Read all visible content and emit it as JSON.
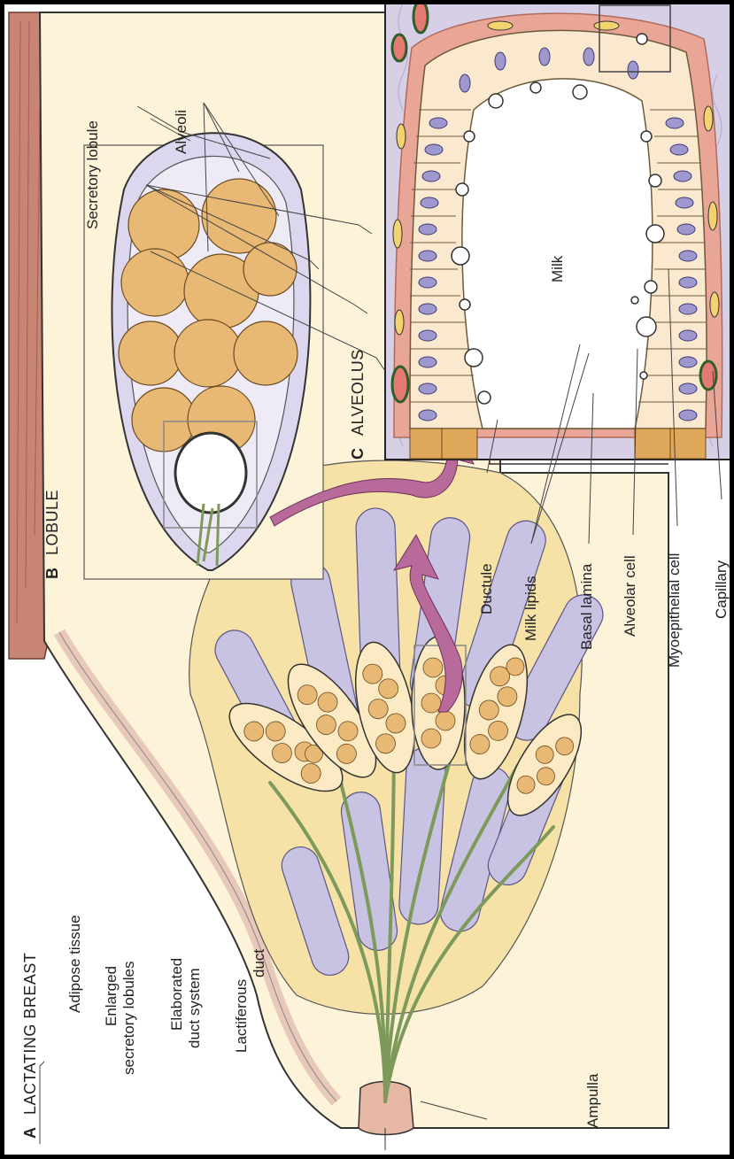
{
  "panels": {
    "a": {
      "letter": "A",
      "title": "LACTATING BREAST"
    },
    "b": {
      "letter": "B",
      "title": "LOBULE"
    },
    "c": {
      "letter": "C",
      "title": "ALVEOLUS"
    }
  },
  "labels": {
    "adipose_tissue": "Adipose tissue",
    "enlarged_lobules_1": "Enlarged",
    "enlarged_lobules_2": "secretory lobules",
    "elaborated_duct_1": "Elaborated",
    "elaborated_duct_2": "duct system",
    "lactiferous_duct_1": "Lactiferous",
    "lactiferous_duct_2": "duct",
    "ampulla": "Ampulla",
    "secretory_lobule": "Secretory lobule",
    "alveoli": "Alveoli",
    "milk": "Milk",
    "ductule": "Ductule",
    "milk_lipids": "Milk lipids",
    "basal_lamina": "Basal lamina",
    "alveolar_cell": "Alveolar cell",
    "myoepithelial_cell": "Myoepithelial cell",
    "capillary": "Capillary"
  },
  "colors": {
    "adipose": "#fdf3d9",
    "lobule_purple": "#c9c3e3",
    "alveolus_gold": "#e8b974",
    "arrow": "#b86a9a",
    "stroma": "#cfc6e0",
    "cell_cream": "#fbe9cf",
    "nucleus": "#9e98cf",
    "basal_pink": "#e9a596",
    "duct_green": "#7d9a5a"
  }
}
